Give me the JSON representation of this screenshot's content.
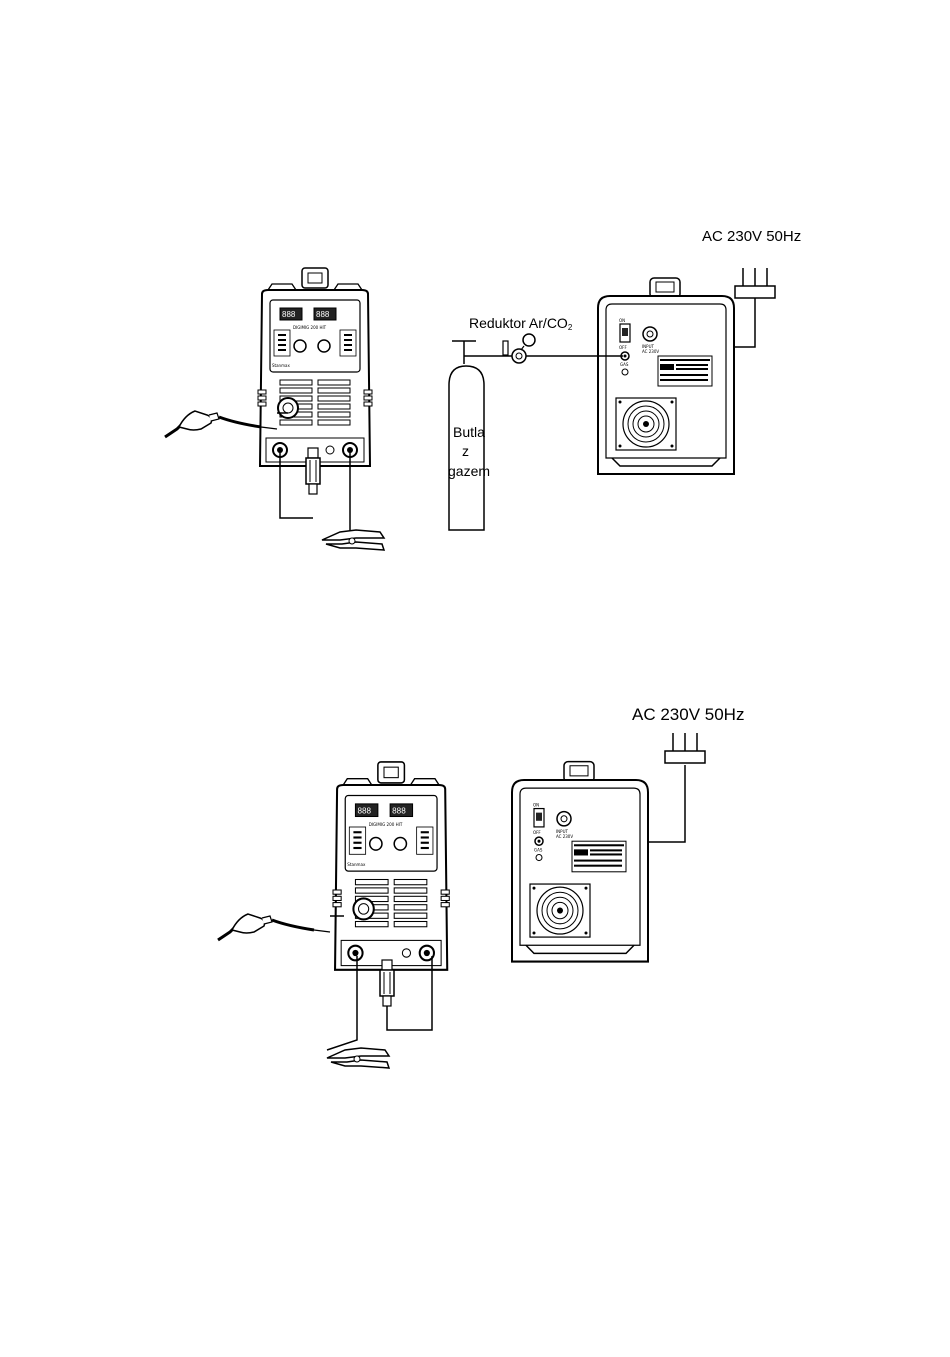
{
  "diagram1": {
    "power_label": "AC 230V 50Hz",
    "regulator_label_text": "Reduktor Ar/CO",
    "regulator_label_sub": "2",
    "cylinder_lines": [
      "Butla",
      "z",
      "gazem"
    ],
    "front_model": "DIGIMIG 200 HIT",
    "front_brand": "Stanmax",
    "rear_switch_on": "ON",
    "rear_switch_off": "OFF",
    "rear_input": "INPUT",
    "rear_ac": "AC 230V",
    "rear_gas": "GAS"
  },
  "diagram2": {
    "power_label": "AC 230V 50Hz",
    "front_model": "DIGIMIG 200 HIT",
    "front_brand": "Stanmax",
    "rear_switch_on": "ON",
    "rear_switch_off": "OFF",
    "rear_input": "INPUT",
    "rear_ac": "AC 230V",
    "rear_gas": "GAS"
  },
  "colors": {
    "line": "#000000",
    "fill_dark": "#222222",
    "background": "#ffffff"
  }
}
